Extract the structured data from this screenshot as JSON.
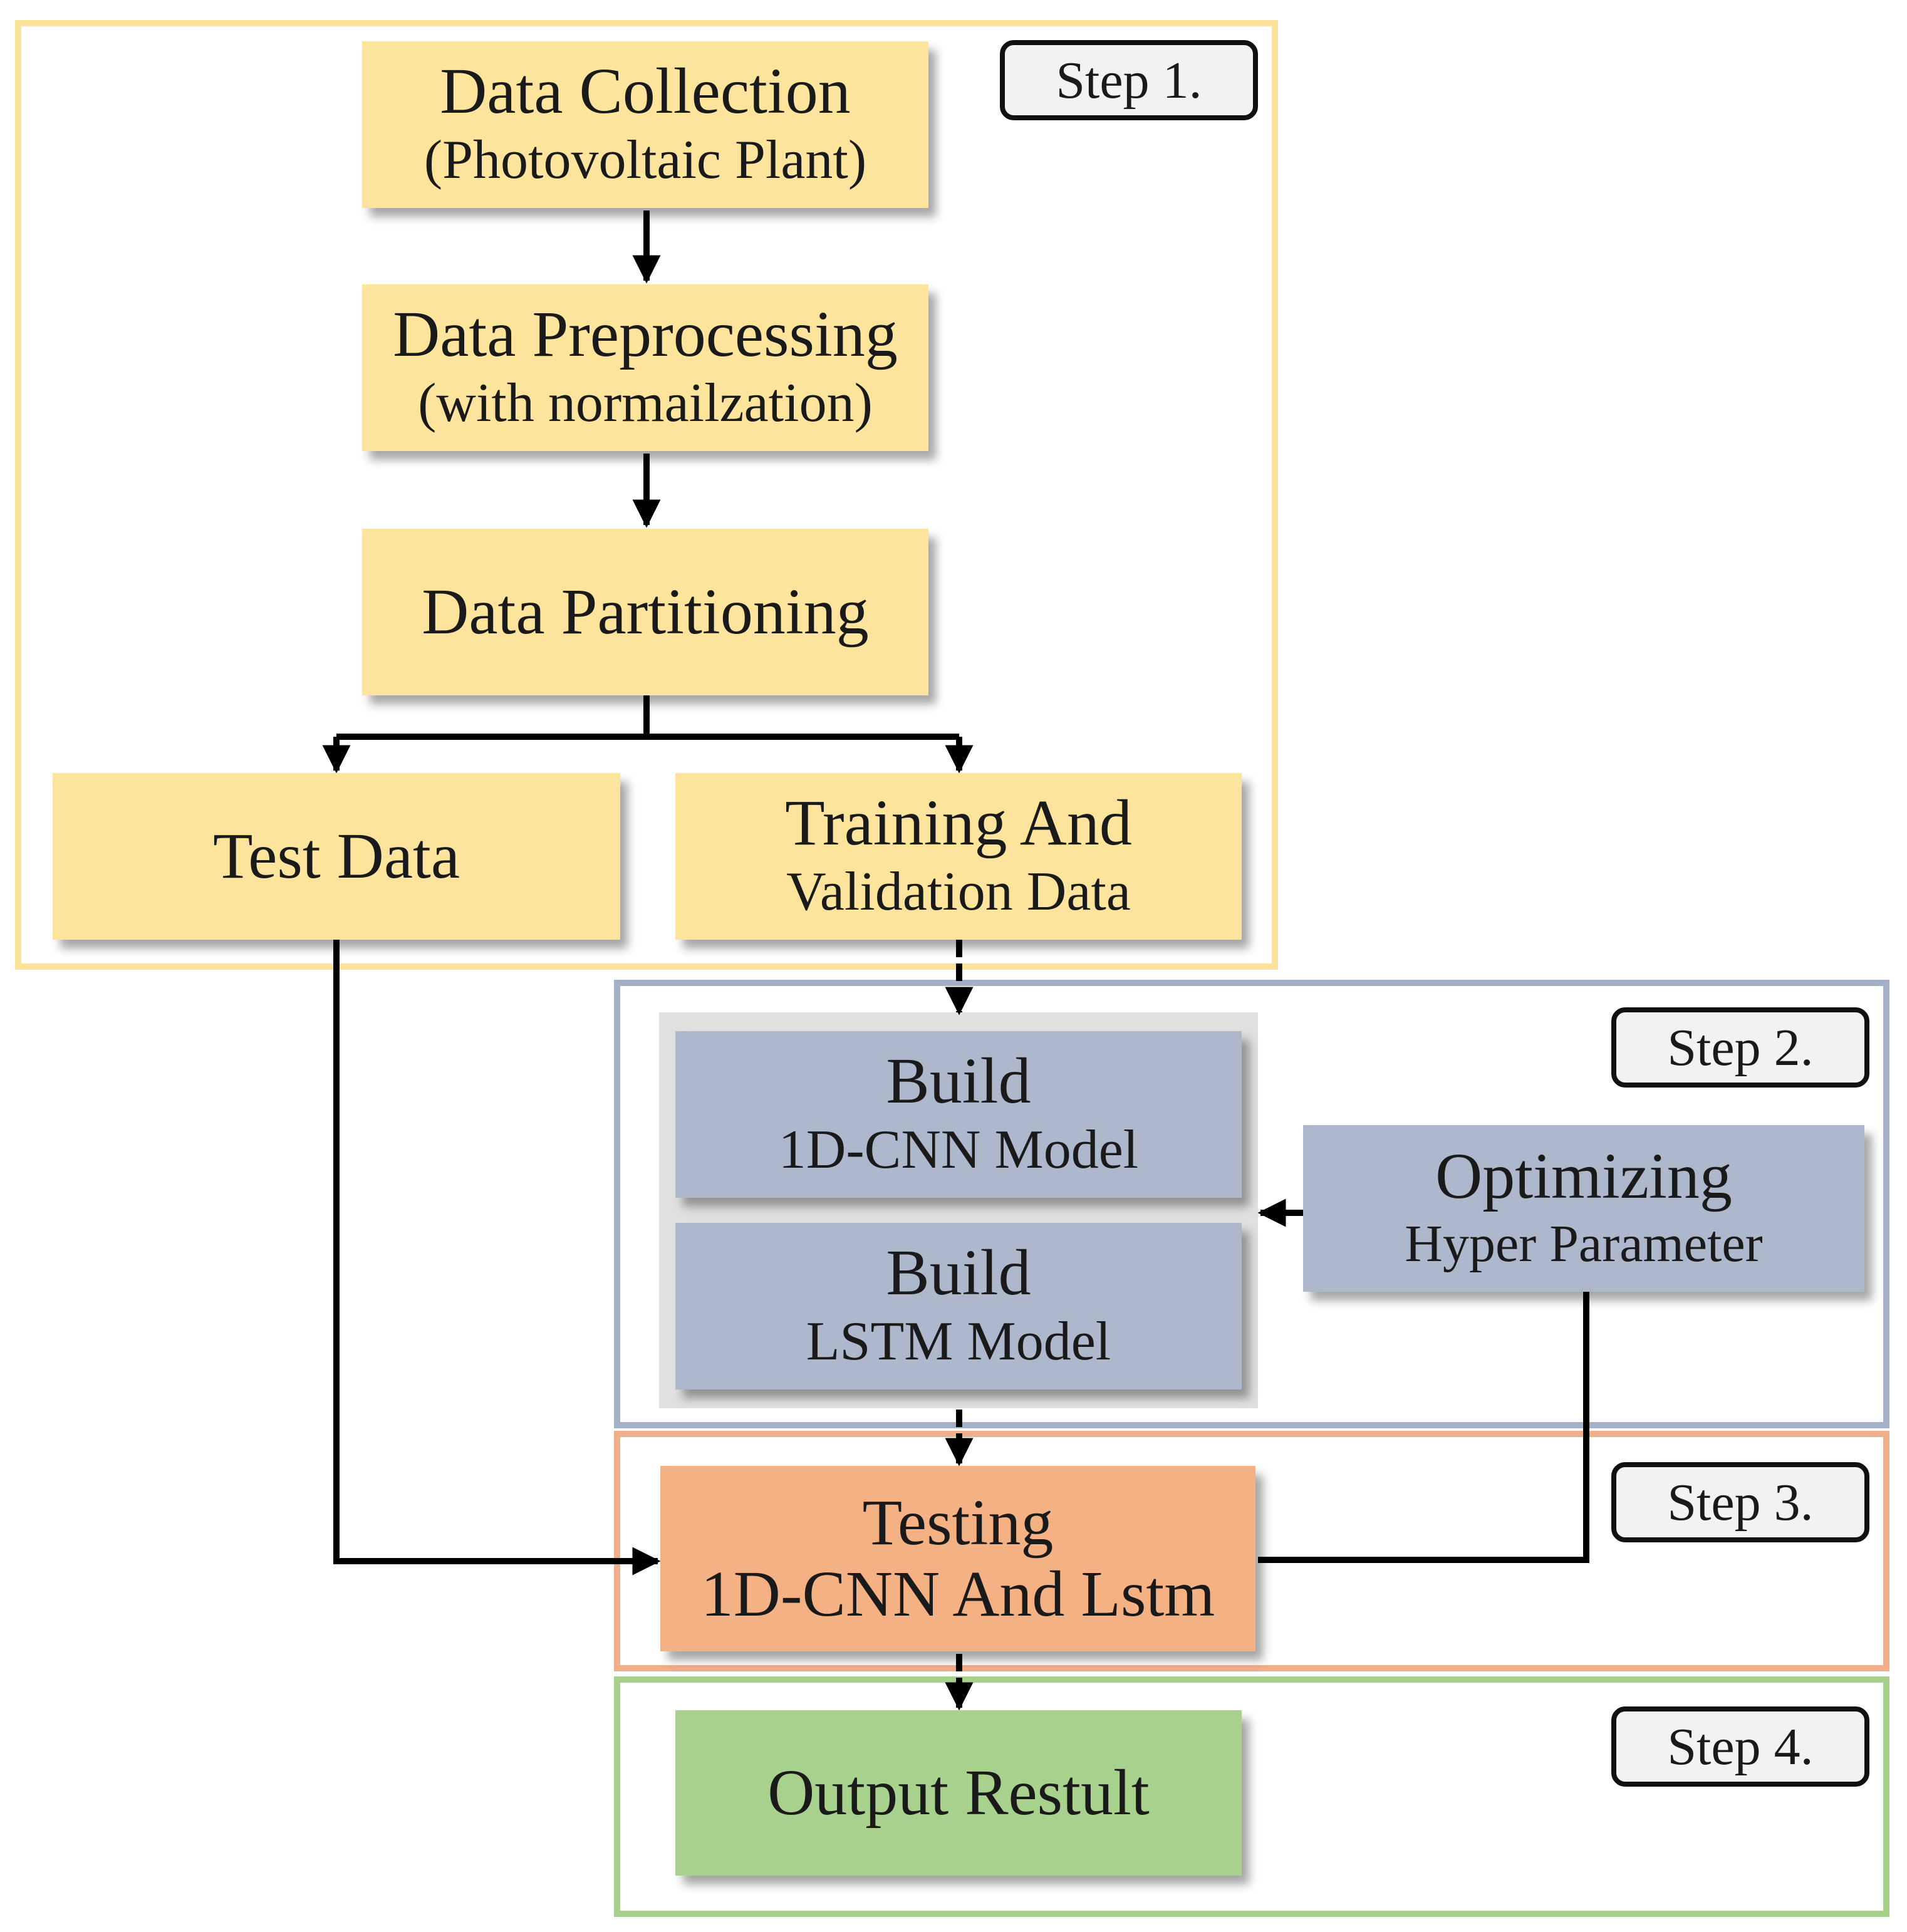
{
  "steps": {
    "step1": "Step 1.",
    "step2": "Step 2.",
    "step3": "Step 3.",
    "step4": "Step 4."
  },
  "nodes": {
    "data_collection": {
      "title": "Data Collection",
      "subtitle": "(Photovoltaic  Plant)"
    },
    "data_preprocessing": {
      "title": "Data Preprocessing",
      "subtitle": "(with normailzation)"
    },
    "data_partitioning": {
      "title": "Data Partitioning"
    },
    "test_data": {
      "title": "Test Data"
    },
    "training_validation": {
      "title": "Training And",
      "subtitle": "Validation  Data"
    },
    "build_cnn": {
      "title": "Build",
      "subtitle": "1D-CNN Model"
    },
    "build_lstm": {
      "title": "Build",
      "subtitle": "LSTM Model"
    },
    "optimizing": {
      "title": "Optimizing",
      "subtitle": "Hyper  Parameter"
    },
    "testing": {
      "title": "Testing",
      "subtitle": "1D-CNN And Lstm"
    },
    "output": {
      "title": "Output Restult"
    }
  },
  "colors": {
    "step1_frame": "#fce39b",
    "step2_frame": "#a4b0c8",
    "step3_frame": "#f1ae8a",
    "step4_frame": "#a8d08d",
    "yellow_node": "#fde49c",
    "blue_node": "#adb8cc",
    "orange_node": "#f4b183",
    "green_node": "#a9d18e",
    "connector": "#000000"
  }
}
